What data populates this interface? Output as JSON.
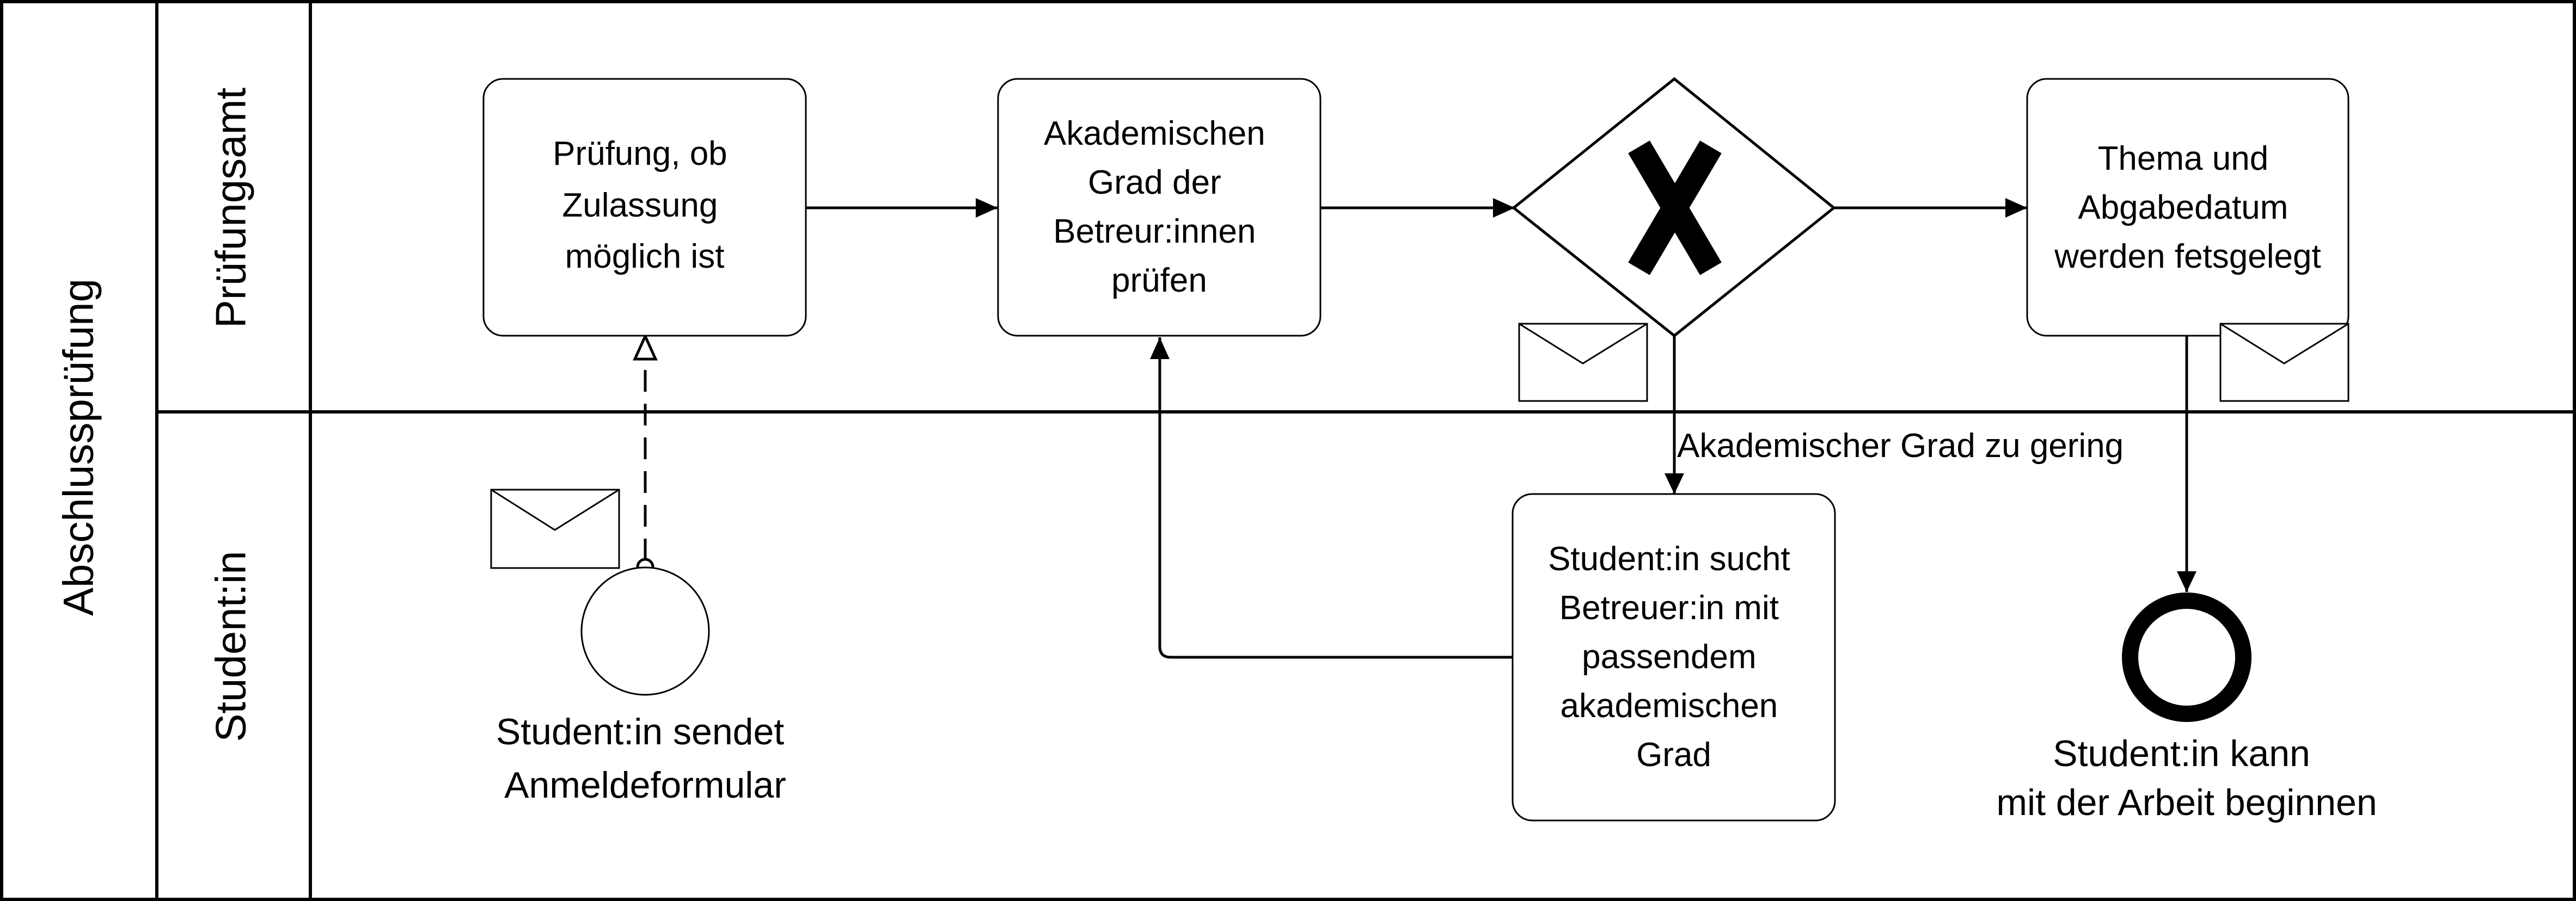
{
  "pool": {
    "label": "Abschlussprüfung"
  },
  "lanes": [
    {
      "label": "Prüfungsamt"
    },
    {
      "label": "Student:in"
    }
  ],
  "tasks": {
    "check_admission": [
      "Prüfung, ob",
      "Zulassung",
      "möglich ist"
    ],
    "check_degree": [
      "Akademischen",
      "Grad der",
      "Betreur:innen",
      "prüfen"
    ],
    "set_topic": [
      "Thema und",
      "Abgabedatum",
      "werden fetsgelegt"
    ],
    "find_supervisor": [
      "Student:in sucht",
      "Betreuer:in mit",
      "passendem",
      "akademischen",
      "Grad"
    ]
  },
  "events": {
    "start": [
      "Student:in sendet",
      "Anmeldeformular"
    ],
    "end": [
      "Student:in kann",
      "mit der Arbeit beginnen"
    ]
  },
  "gateway": {
    "symbol": "X",
    "type": "exclusive"
  },
  "flows": {
    "degree_too_low": "Akademischer Grad zu gering"
  },
  "icons": [
    "envelope-icon",
    "exclusive-gateway-x-icon",
    "arrowhead-icon"
  ]
}
